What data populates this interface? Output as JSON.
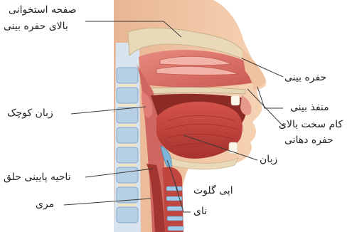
{
  "labels": {
    "superior_plate_line1": "صفحه استخوانی",
    "superior_plate_line2": "بالای حفره بینی",
    "nasal_cavity": "حفره بینی",
    "nostril": "منفذ بینی",
    "hard_palate": "کام سخت بالای",
    "oral_cavity": "حفره دهانی",
    "tongue": "زبان",
    "uvula": "زبان کوچک",
    "laryngopharynx": "ناحیه پایینی حلق",
    "esophagus": "مری",
    "epiglottis": "اپی گلوت",
    "trachea": "نای"
  },
  "colors": {
    "leader_line": "#3a3a3a",
    "skin": "#f4c9a6",
    "mucosa": "#d9706a",
    "muscle": "#c2413a",
    "bone": "#e9dcc0",
    "vertebra": "#bcd3e6",
    "cartilage": "#8fc0e0"
  }
}
